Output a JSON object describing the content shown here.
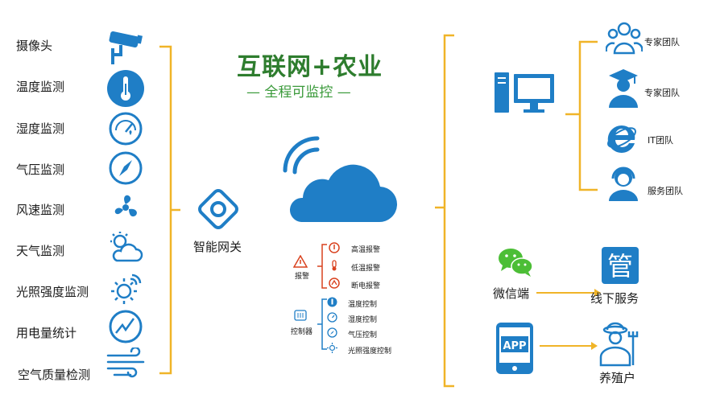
{
  "sensors": [
    {
      "label": "摄像头",
      "icon": "camera-icon"
    },
    {
      "label": "温度监测",
      "icon": "thermometer-icon"
    },
    {
      "label": "湿度监测",
      "icon": "humidity-gauge-icon"
    },
    {
      "label": "气压监测",
      "icon": "compass-icon"
    },
    {
      "label": "风速监测",
      "icon": "fan-icon"
    },
    {
      "label": "天气监测",
      "icon": "weather-icon"
    },
    {
      "label": "光照强度监测",
      "icon": "sun-icon"
    },
    {
      "label": "用电量统计",
      "icon": "power-meter-icon"
    },
    {
      "label": "空气质量检测",
      "icon": "wind-icon"
    }
  ],
  "gateway": {
    "label": "智能网关",
    "icon": "gateway-icon"
  },
  "title": {
    "main": "互联网+农业",
    "sub": "— 全程可监控 —"
  },
  "cloud": {
    "icon": "cloud-wifi-icon"
  },
  "alarm": {
    "label": "报警",
    "items": [
      "高温报警",
      "低温报警",
      "断电报警"
    ]
  },
  "controller": {
    "label": "控制器",
    "items": [
      "温度控制",
      "湿度控制",
      "气压控制",
      "光照强度控制"
    ]
  },
  "teams": [
    {
      "label": "专家团队",
      "icon": "team-icon"
    },
    {
      "label": "专家团队",
      "icon": "graduate-icon"
    },
    {
      "label": "IT团队",
      "icon": "ie-browser-icon"
    },
    {
      "label": "服务团队",
      "icon": "headset-agent-icon"
    }
  ],
  "channels": {
    "wechat": "微信端",
    "offline": "线下服务",
    "offline_glyph": "管",
    "app": "APP",
    "farmer": "养殖户"
  },
  "colors": {
    "icon_blue": "#1f7ec6",
    "bracket": "#f0b428",
    "title_green": "#2e7d2e",
    "wechat_green": "#4cbe36",
    "alarm_red": "#d9421f"
  }
}
